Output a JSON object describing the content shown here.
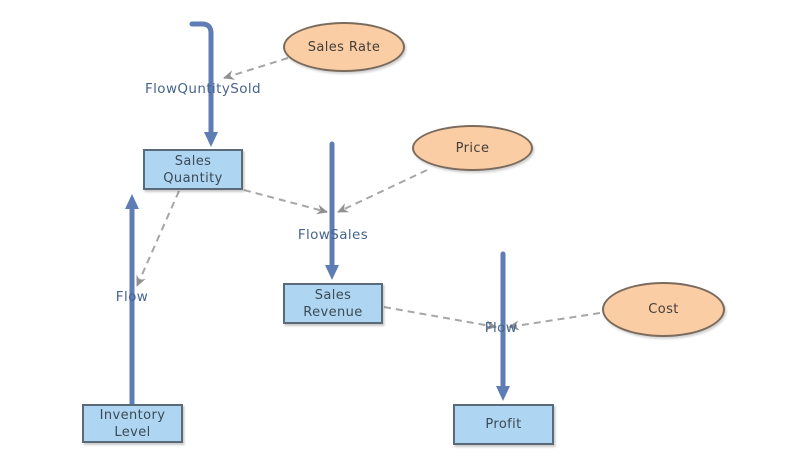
{
  "colors": {
    "background": "#ffffff",
    "stock_fill": "#aed6f2",
    "stock_border": "#5a6a78",
    "stock_text": "#3c4a55",
    "aux_fill": "#fbcda4",
    "aux_border": "#7b6b5d",
    "aux_text": "#423e3a",
    "flow_arrow": "#5e7db5",
    "connector": "#a6a6a6",
    "connector_arrow": "#909090",
    "flow_label_text": "#47648f"
  },
  "nodes": {
    "sales_rate": {
      "label": "Sales Rate"
    },
    "price": {
      "label": "Price"
    },
    "cost": {
      "label": "Cost"
    },
    "sales_quantity": {
      "line1": "Sales",
      "line2": "Quantity"
    },
    "sales_revenue": {
      "label": "Sales Revenue"
    },
    "inventory_level": {
      "line1": "Inventory",
      "line2": "Level"
    },
    "profit": {
      "label": "Profit"
    }
  },
  "flows": {
    "quantity_sold_label": "FlowQuntitySold",
    "sales_label": "FlowSales",
    "inventory_label": "Flow",
    "profit_label": "Flow"
  }
}
